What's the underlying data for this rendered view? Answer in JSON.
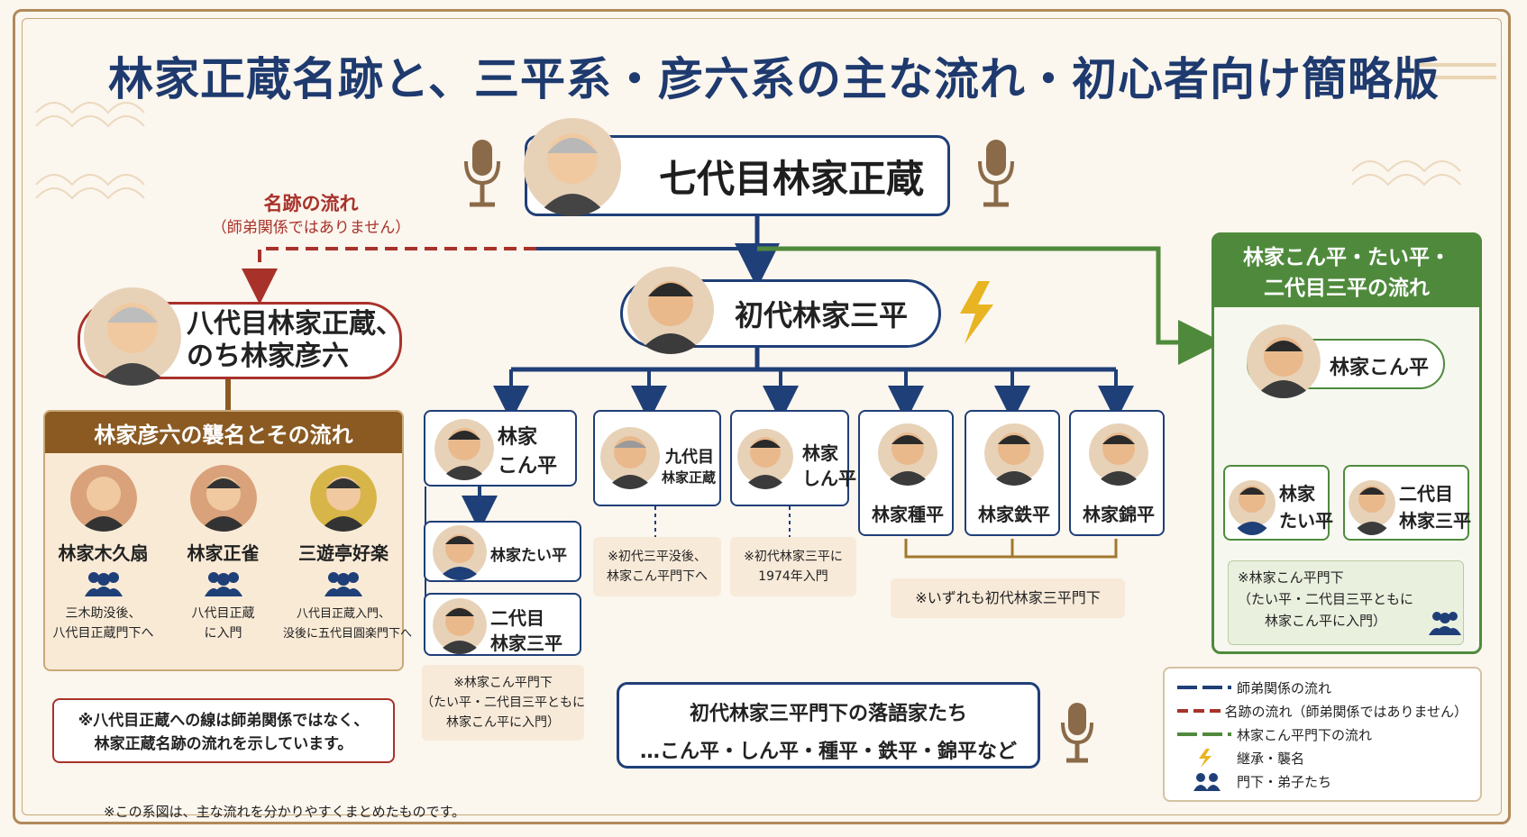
{
  "title": "林家正蔵名跡と、三平系・彦六系の主な流れ・初心者向け簡略版",
  "root": {
    "name": "七代目林家正蔵"
  },
  "name_flow": {
    "label": "名跡の流れ",
    "sub": "（師弟関係ではありません）"
  },
  "hachidaime": {
    "line1": "八代目林家正蔵、",
    "line2": "のち林家彦六"
  },
  "hikoroku_panel": {
    "header": "林家彦六の襲名とその流れ",
    "members": [
      {
        "name": "林家木久扇",
        "note1": "三木助没後、",
        "note2": "八代目正蔵門下へ"
      },
      {
        "name": "林家正雀",
        "note1": "八代目正蔵",
        "note2": "に入門"
      },
      {
        "name": "三遊亭好楽",
        "note1": "八代目正蔵入門、",
        "note2": "没後に五代目圓楽門下へ"
      }
    ]
  },
  "left_note": {
    "line1": "※八代目正蔵への線は師弟関係ではなく、",
    "line2": "林家正蔵名跡の流れを示しています。"
  },
  "footer": "※この系図は、主な流れを分かりやすくまとめたものです。",
  "sanpei": {
    "name": "初代林家三平"
  },
  "disciples": {
    "konpei": {
      "line1": "林家",
      "line2": "こん平"
    },
    "taihei": "林家たい平",
    "sanpei2": {
      "line1": "二代目",
      "line2": "林家三平"
    },
    "konpei_note": {
      "line1": "※林家こん平門下",
      "line2": "（たい平・二代目三平ともに",
      "line3": "林家こん平に入門）"
    },
    "shozo9": {
      "line1": "九代目",
      "line2": "林家正蔵"
    },
    "shozo9_note": {
      "line1": "※初代三平没後、",
      "line2": "林家こん平門下へ"
    },
    "shinpei": {
      "line1": "林家",
      "line2": "しん平"
    },
    "shinpei_note": {
      "line1": "※初代林家三平に",
      "line2": "1974年入門"
    },
    "tanepei": "林家種平",
    "teppei": "林家鉄平",
    "kinpei": "林家錦平",
    "group_note": "※いずれも初代林家三平門下"
  },
  "center_box": {
    "line1": "初代林家三平門下の落語家たち",
    "line2": "…こん平・しん平・種平・鉄平・錦平など"
  },
  "right_panel": {
    "header1": "林家こん平・たい平・",
    "header2": "二代目三平の流れ",
    "konpei": "林家こん平",
    "taihei": {
      "line1": "林家",
      "line2": "たい平"
    },
    "sanpei2": {
      "line1": "二代目",
      "line2": "林家三平"
    },
    "note1": "※林家こん平門下",
    "note2": "（たい平・二代目三平ともに",
    "note3": "林家こん平に入門）"
  },
  "legend": [
    {
      "label": "師弟関係の流れ",
      "color": "#1f3f78",
      "style": "solid-blue"
    },
    {
      "label": "名跡の流れ（師弟関係ではありません）",
      "color": "#a8322a",
      "style": "dashed-red"
    },
    {
      "label": "林家こん平門下の流れ",
      "color": "#4f8a3c",
      "style": "solid-green"
    },
    {
      "label": "継承・襲名",
      "icon": "lightning-icon"
    },
    {
      "label": "門下・弟子たち",
      "icon": "people-icon"
    }
  ],
  "colors": {
    "navy": "#1f3f78",
    "red": "#a8322a",
    "green": "#4f8a3c",
    "brown": "#8a5a22",
    "gold": "#e8b422"
  }
}
